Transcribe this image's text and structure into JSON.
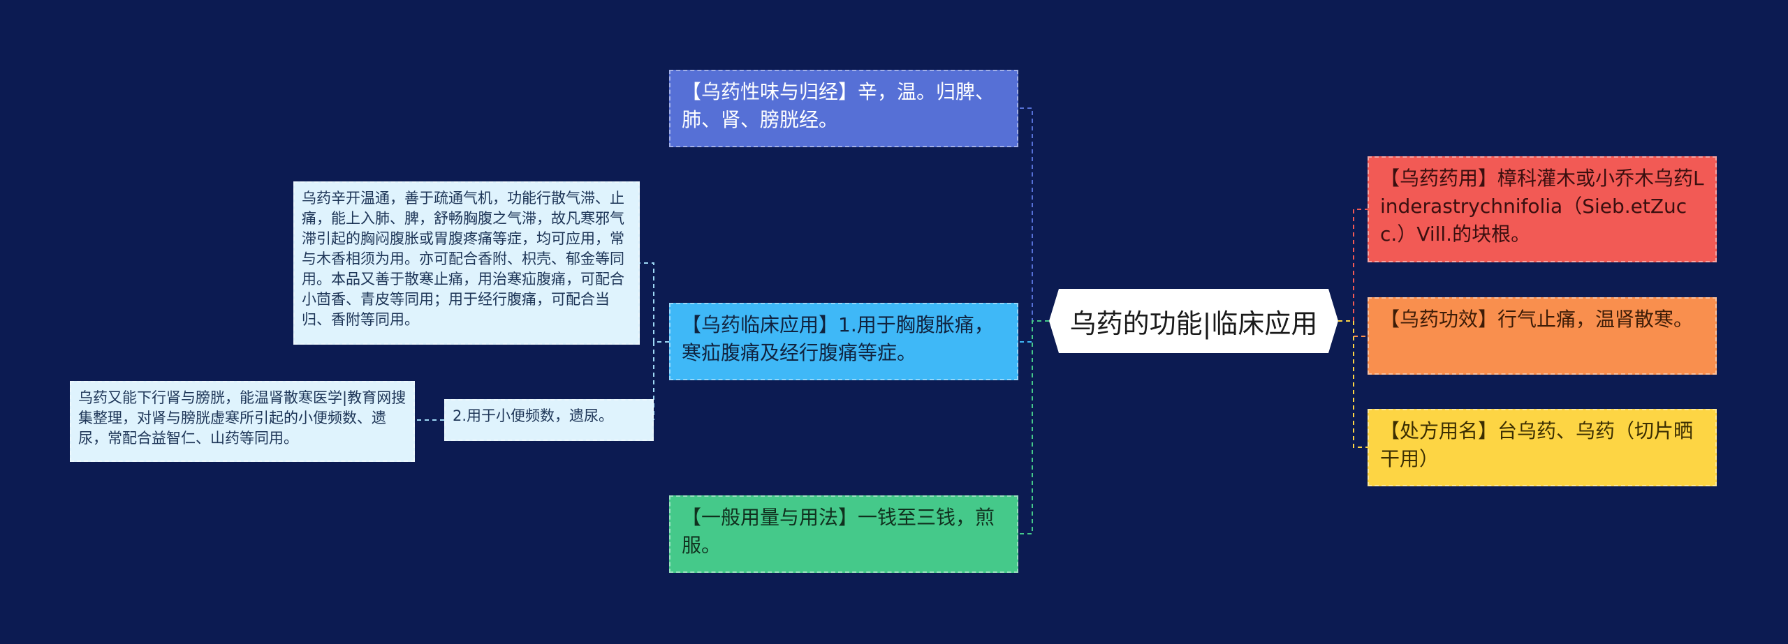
{
  "root": {
    "title": "乌药的功能|临床应用"
  },
  "left": {
    "property": "【乌药性味与归经】辛，温。归脾、肺、肾、膀胱经。",
    "clinical": "【乌药临床应用】1.用于胸腹胀痛，寒疝腹痛及经行腹痛等症。",
    "clinical_detail_1": "乌药辛开温通，善于疏通气机，功能行散气滞、止痛，能上入肺、脾，舒畅胸腹之气滞，故凡寒邪气滞引起的胸闷腹胀或胃腹疼痛等症，均可应用，常与木香相须为用。亦可配合香附、枳壳、郁金等同用。本品又善于散寒止痛，用治寒疝腹痛，可配合小茴香、青皮等同用；用于经行腹痛，可配合当归、香附等同用。",
    "clinical_item_2": "2.用于小便频数，遗尿。",
    "clinical_detail_2": "乌药又能下行肾与膀胱，能温肾散寒医学|教育网搜集整理，对肾与膀胱虚寒所引起的小便频数、遗尿，常配合益智仁、山药等同用。",
    "dosage": "【一般用量与用法】一钱至三钱，煎服。"
  },
  "right": {
    "source": "【乌药药用】樟科灌木或小乔木乌药Linderastrychnifolia（Sieb.etZucc.）Vill.的块根。",
    "effect": "【乌药功效】行气止痛，温肾散寒。",
    "names": "【处方用名】台乌药、乌药（切片晒干用）"
  },
  "colors": {
    "background": "#0c1b52",
    "property": "#5670d6",
    "clinical": "#3fb8f7",
    "dosage": "#45c98a",
    "detail": "#dff3fd",
    "source": "#f25a55",
    "effect": "#f98f4e",
    "names": "#fdd544"
  }
}
